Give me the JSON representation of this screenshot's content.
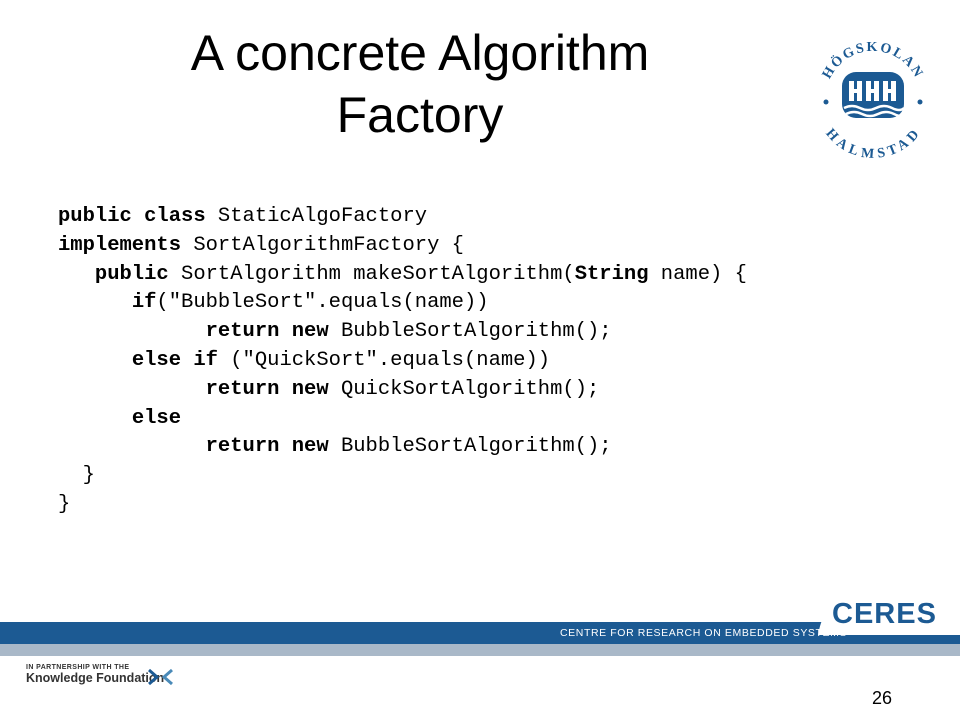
{
  "slide": {
    "title": "A concrete Algorithm Factory",
    "page_number": "26"
  },
  "code_lines": [
    [
      {
        "t": "public class",
        "b": true
      },
      {
        "t": " StaticAlgoFactory",
        "b": false
      }
    ],
    [
      {
        "t": "implements",
        "b": true
      },
      {
        "t": " SortAlgorithmFactory {",
        "b": false
      }
    ],
    [
      {
        "t": "   ",
        "b": false
      },
      {
        "t": "public",
        "b": true
      },
      {
        "t": " SortAlgorithm makeSortAlgorithm(",
        "b": false
      },
      {
        "t": "String",
        "b": true
      },
      {
        "t": " name) {",
        "b": false
      }
    ],
    [
      {
        "t": "      ",
        "b": false
      },
      {
        "t": "if",
        "b": true
      },
      {
        "t": "(\"BubbleSort\".equals(name))",
        "b": false
      }
    ],
    [
      {
        "t": "            ",
        "b": false
      },
      {
        "t": "return new",
        "b": true
      },
      {
        "t": " BubbleSortAlgorithm();",
        "b": false
      }
    ],
    [
      {
        "t": "      ",
        "b": false
      },
      {
        "t": "else if",
        "b": true
      },
      {
        "t": " (\"QuickSort\".equals(name))",
        "b": false
      }
    ],
    [
      {
        "t": "            ",
        "b": false
      },
      {
        "t": "return new",
        "b": true
      },
      {
        "t": " QuickSortAlgorithm();",
        "b": false
      }
    ],
    [
      {
        "t": "      ",
        "b": false
      },
      {
        "t": "else",
        "b": true
      }
    ],
    [
      {
        "t": "            ",
        "b": false
      },
      {
        "t": "return new",
        "b": true
      },
      {
        "t": " BubbleSortAlgorithm();",
        "b": false
      }
    ],
    [
      {
        "t": "  }",
        "b": false
      }
    ],
    [
      {
        "t": "}",
        "b": false
      }
    ]
  ],
  "logo": {
    "ring_text": "HÖGSKOLAN HALMSTAD",
    "top_text": "HÖGSKOLAN",
    "bottom_text": "HALMSTAD",
    "color": "#1c5a93"
  },
  "footer": {
    "band_text": "CENTRE FOR RESEARCH ON EMBEDDED SYSTEMS",
    "brand": "CERES",
    "partner_small": "IN PARTNERSHIP WITH THE",
    "partner_name": "Knowledge Foundation",
    "band_color": "#1c5a93"
  }
}
